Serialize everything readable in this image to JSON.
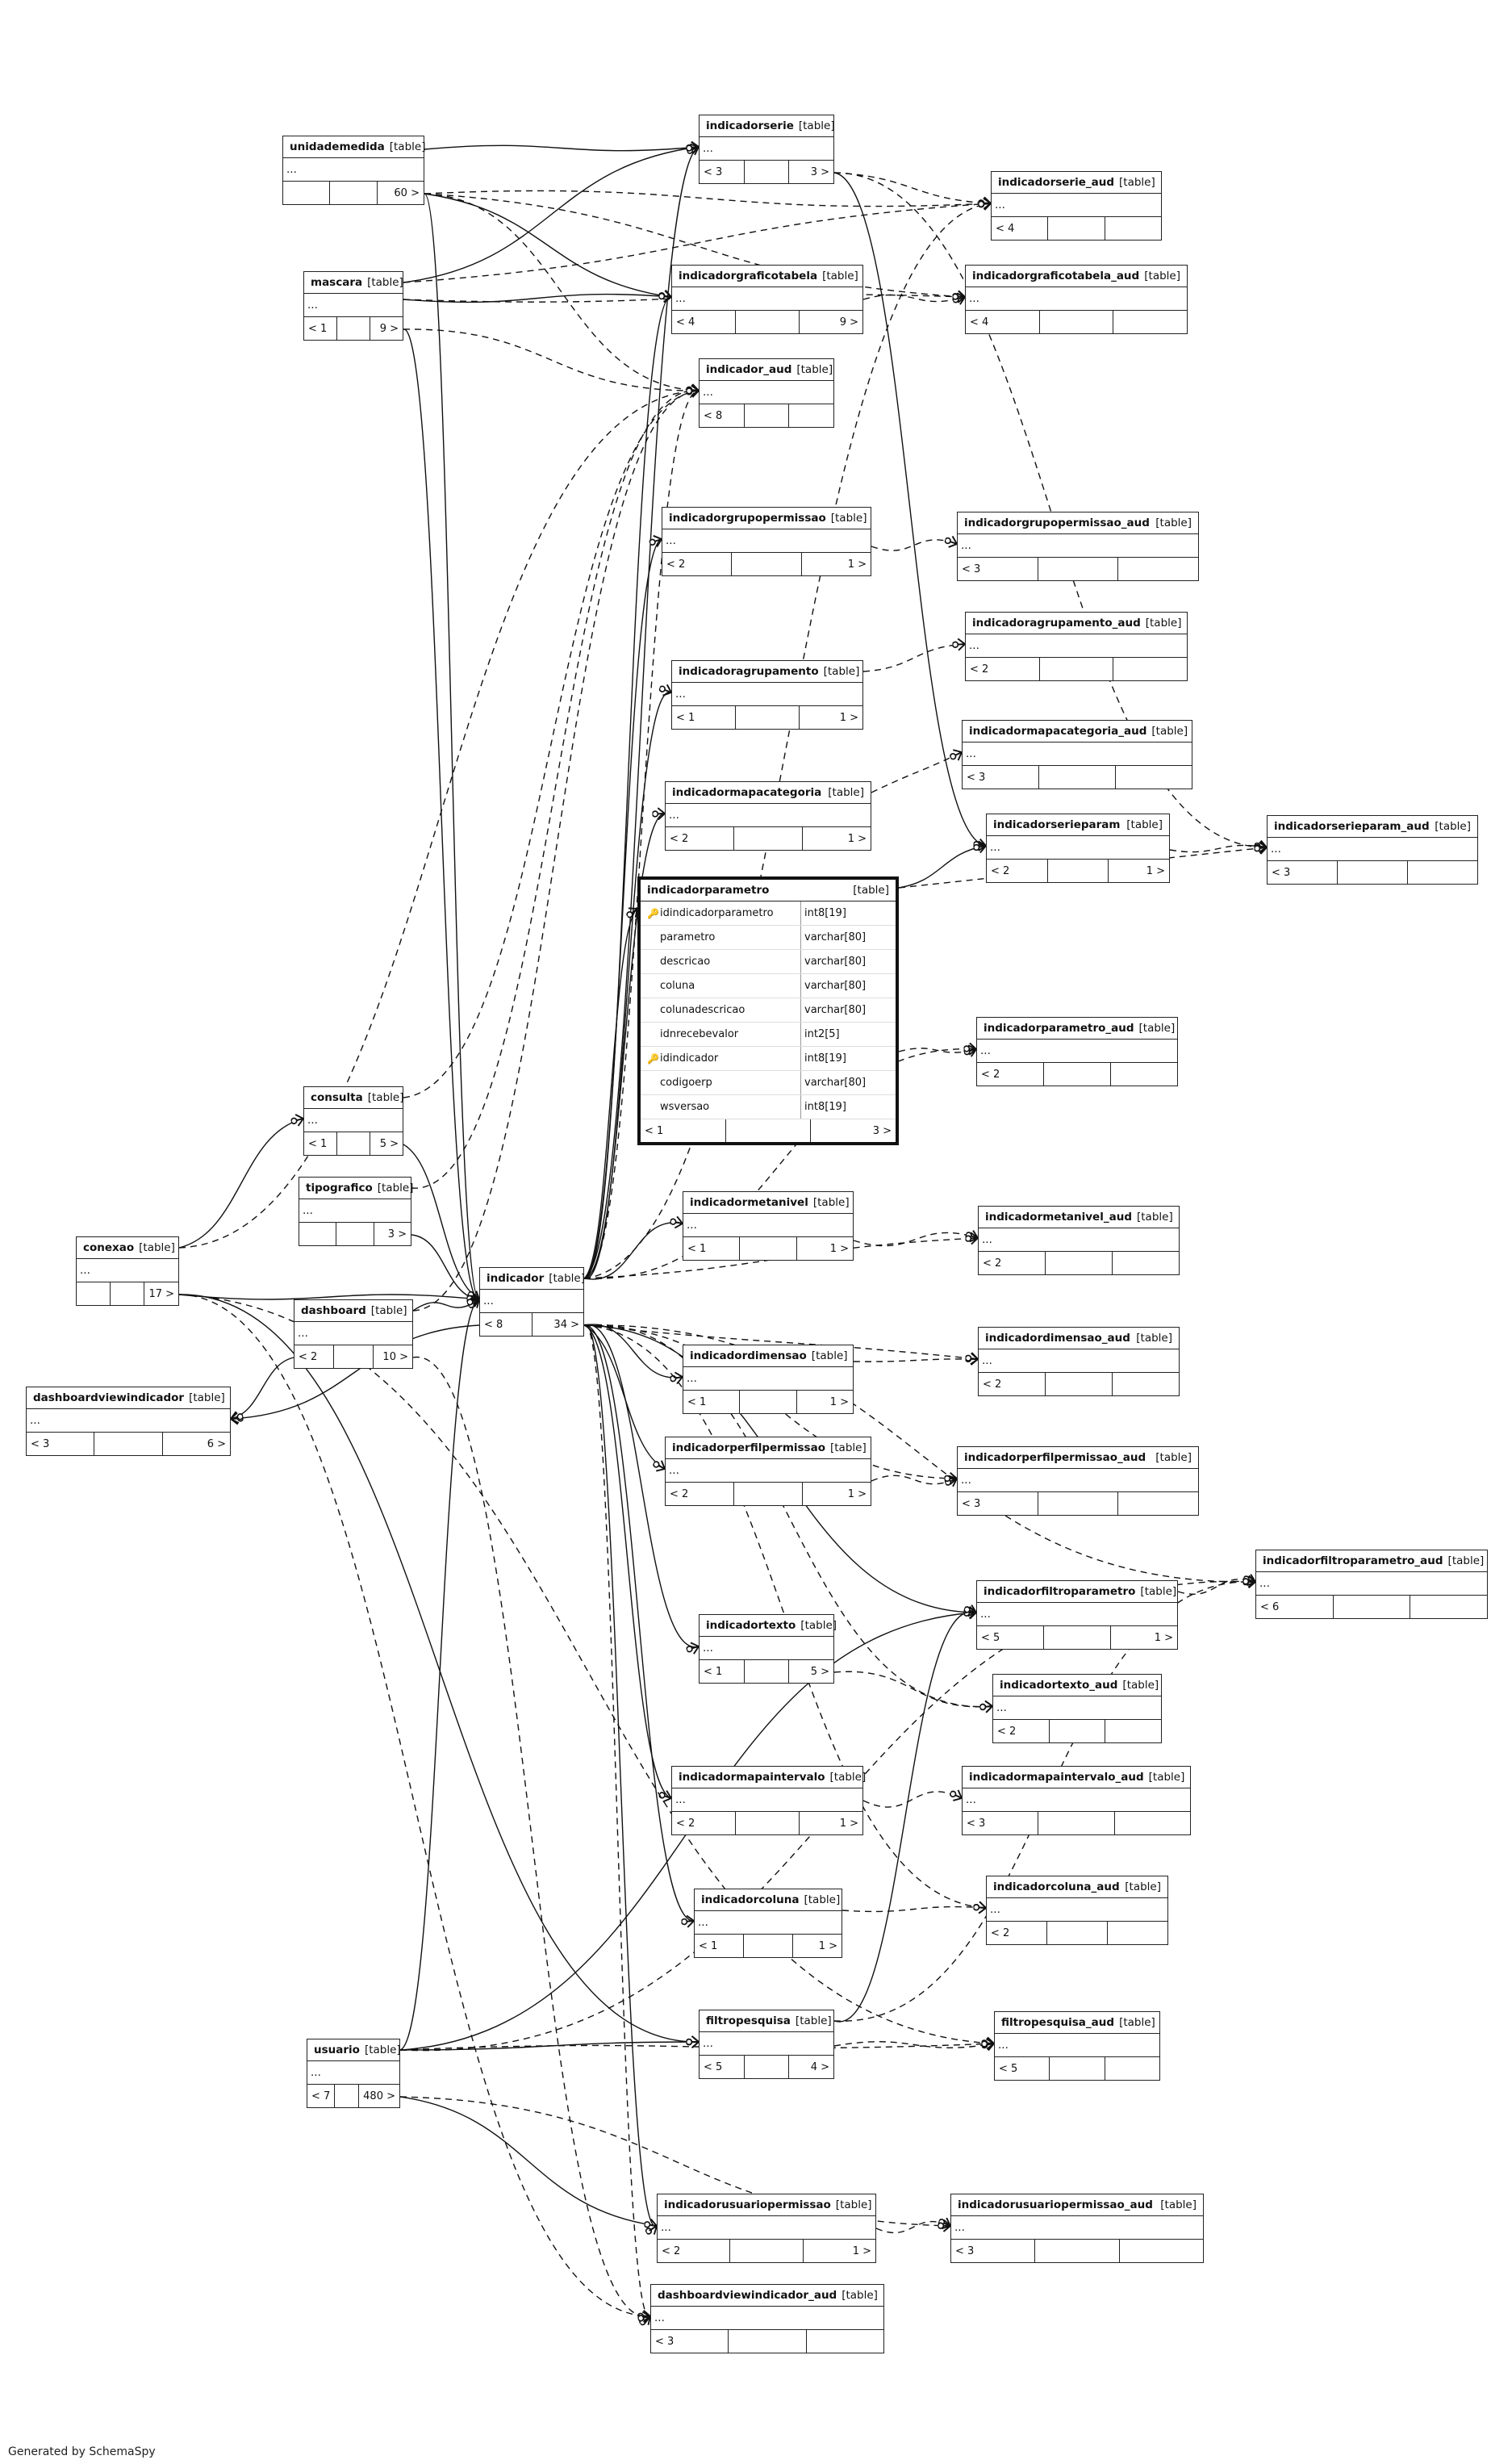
{
  "footer": "Generated by SchemaSpy",
  "tag": "[table]",
  "tables": [
    {
      "id": "unidademedida",
      "name": "unidademedida",
      "row": "...",
      "foot": [
        "",
        "",
        "60 >"
      ]
    },
    {
      "id": "mascara",
      "name": "mascara",
      "row": "...",
      "foot": [
        "< 1",
        "",
        "9 >"
      ]
    },
    {
      "id": "indicadorserie",
      "name": "indicadorserie",
      "row": "...",
      "foot": [
        "< 3",
        "",
        "3 >"
      ]
    },
    {
      "id": "indicadorserie_aud",
      "name": "indicadorserie_aud",
      "row": "...",
      "foot": [
        "< 4",
        "",
        ""
      ]
    },
    {
      "id": "indicadorgraficotabela",
      "name": "indicadorgraficotabela",
      "row": "...",
      "foot": [
        "< 4",
        "",
        "9 >"
      ]
    },
    {
      "id": "indicadorgraficotabela_aud",
      "name": "indicadorgraficotabela_aud",
      "row": "...",
      "foot": [
        "< 4",
        "",
        ""
      ]
    },
    {
      "id": "indicador_aud",
      "name": "indicador_aud",
      "row": "...",
      "foot": [
        "< 8",
        "",
        ""
      ]
    },
    {
      "id": "indicadorgrupopermissao",
      "name": "indicadorgrupopermissao",
      "row": "...",
      "foot": [
        "< 2",
        "",
        "1 >"
      ]
    },
    {
      "id": "indicadorgrupopermissao_aud",
      "name": "indicadorgrupopermissao_aud",
      "row": "...",
      "foot": [
        "< 3",
        "",
        ""
      ]
    },
    {
      "id": "indicadoragrupamento_aud",
      "name": "indicadoragrupamento_aud",
      "row": "...",
      "foot": [
        "< 2",
        "",
        ""
      ]
    },
    {
      "id": "indicadoragrupamento",
      "name": "indicadoragrupamento",
      "row": "...",
      "foot": [
        "< 1",
        "",
        "1 >"
      ]
    },
    {
      "id": "indicadormapacategoria_aud",
      "name": "indicadormapacategoria_aud",
      "row": "...",
      "foot": [
        "< 3",
        "",
        ""
      ]
    },
    {
      "id": "indicadormapacategoria",
      "name": "indicadormapacategoria",
      "row": "...",
      "foot": [
        "< 2",
        "",
        "1 >"
      ]
    },
    {
      "id": "indicadorserieparam",
      "name": "indicadorserieparam",
      "row": "...",
      "foot": [
        "< 2",
        "",
        "1 >"
      ]
    },
    {
      "id": "indicadorserieparam_aud",
      "name": "indicadorserieparam_aud",
      "row": "...",
      "foot": [
        "< 3",
        "",
        ""
      ]
    },
    {
      "id": "indicadorparametro_aud",
      "name": "indicadorparametro_aud",
      "row": "...",
      "foot": [
        "< 2",
        "",
        ""
      ]
    },
    {
      "id": "consulta",
      "name": "consulta",
      "row": "...",
      "foot": [
        "< 1",
        "",
        "5 >"
      ]
    },
    {
      "id": "tipografico",
      "name": "tipografico",
      "row": "...",
      "foot": [
        "",
        "",
        "3 >"
      ]
    },
    {
      "id": "conexao",
      "name": "conexao",
      "row": "...",
      "foot": [
        "",
        "",
        "17 >"
      ]
    },
    {
      "id": "dashboard",
      "name": "dashboard",
      "row": "...",
      "foot": [
        "< 2",
        "",
        "10 >"
      ]
    },
    {
      "id": "indicador",
      "name": "indicador",
      "row": "...",
      "foot": [
        "< 8",
        "34 >"
      ]
    },
    {
      "id": "indicadormetanivel",
      "name": "indicadormetanivel",
      "row": "...",
      "foot": [
        "< 1",
        "",
        "1 >"
      ]
    },
    {
      "id": "indicadormetanivel_aud",
      "name": "indicadormetanivel_aud",
      "row": "...",
      "foot": [
        "< 2",
        "",
        ""
      ]
    },
    {
      "id": "dashboardviewindicador",
      "name": "dashboardviewindicador",
      "row": "...",
      "foot": [
        "< 3",
        "",
        "6 >"
      ]
    },
    {
      "id": "indicadordimensao",
      "name": "indicadordimensao",
      "row": "...",
      "foot": [
        "< 1",
        "",
        "1 >"
      ]
    },
    {
      "id": "indicadordimensao_aud",
      "name": "indicadordimensao_aud",
      "row": "...",
      "foot": [
        "< 2",
        "",
        ""
      ]
    },
    {
      "id": "indicadorperfilpermissao",
      "name": "indicadorperfilpermissao",
      "row": "...",
      "foot": [
        "< 2",
        "",
        "1 >"
      ]
    },
    {
      "id": "indicadorperfilpermissao_aud",
      "name": "indicadorperfilpermissao_aud",
      "row": "...",
      "foot": [
        "< 3",
        "",
        ""
      ]
    },
    {
      "id": "indicadorfiltroparametro_aud",
      "name": "indicadorfiltroparametro_aud",
      "row": "...",
      "foot": [
        "< 6",
        "",
        ""
      ]
    },
    {
      "id": "indicadorfiltroparametro",
      "name": "indicadorfiltroparametro",
      "row": "...",
      "foot": [
        "< 5",
        "",
        "1 >"
      ]
    },
    {
      "id": "indicadortexto",
      "name": "indicadortexto",
      "row": "...",
      "foot": [
        "< 1",
        "",
        "5 >"
      ]
    },
    {
      "id": "indicadortexto_aud",
      "name": "indicadortexto_aud",
      "row": "...",
      "foot": [
        "< 2",
        "",
        ""
      ]
    },
    {
      "id": "indicadormapaintervalo",
      "name": "indicadormapaintervalo",
      "row": "...",
      "foot": [
        "< 2",
        "",
        "1 >"
      ]
    },
    {
      "id": "indicadormapaintervalo_aud",
      "name": "indicadormapaintervalo_aud",
      "row": "...",
      "foot": [
        "< 3",
        "",
        ""
      ]
    },
    {
      "id": "indicadorcoluna_aud",
      "name": "indicadorcoluna_aud",
      "row": "...",
      "foot": [
        "< 2",
        "",
        ""
      ]
    },
    {
      "id": "indicadorcoluna",
      "name": "indicadorcoluna",
      "row": "...",
      "foot": [
        "< 1",
        "",
        "1 >"
      ]
    },
    {
      "id": "usuario",
      "name": "usuario",
      "row": "...",
      "foot": [
        "< 7",
        "",
        "480 >"
      ]
    },
    {
      "id": "filtropesquisa",
      "name": "filtropesquisa",
      "row": "...",
      "foot": [
        "< 5",
        "",
        "4 >"
      ]
    },
    {
      "id": "filtropesquisa_aud",
      "name": "filtropesquisa_aud",
      "row": "...",
      "foot": [
        "< 5",
        "",
        ""
      ]
    },
    {
      "id": "indicadorusuariopermissao",
      "name": "indicadorusuariopermissao",
      "row": "...",
      "foot": [
        "< 2",
        "",
        "1 >"
      ]
    },
    {
      "id": "indicadorusuariopermissao_aud",
      "name": "indicadorusuariopermissao_aud",
      "row": "...",
      "foot": [
        "< 3",
        "",
        ""
      ]
    },
    {
      "id": "dashboardviewindicador_aud",
      "name": "dashboardviewindicador_aud",
      "row": "...",
      "foot": [
        "< 3",
        "",
        ""
      ]
    }
  ],
  "focus": {
    "name": "indicadorparametro",
    "columns": [
      {
        "name": "idindicadorparametro",
        "type": "int8[19]",
        "key": "pk"
      },
      {
        "name": "parametro",
        "type": "varchar[80]",
        "key": ""
      },
      {
        "name": "descricao",
        "type": "varchar[80]",
        "key": ""
      },
      {
        "name": "coluna",
        "type": "varchar[80]",
        "key": ""
      },
      {
        "name": "colunadescricao",
        "type": "varchar[80]",
        "key": ""
      },
      {
        "name": "idnrecebevalor",
        "type": "int2[5]",
        "key": ""
      },
      {
        "name": "idindicador",
        "type": "int8[19]",
        "key": "fk"
      },
      {
        "name": "codigoerp",
        "type": "varchar[80]",
        "key": ""
      },
      {
        "name": "wsversao",
        "type": "int8[19]",
        "key": ""
      }
    ],
    "foot": [
      "< 1",
      "",
      "3 >"
    ]
  },
  "relationships": [
    {
      "from": "indicador",
      "to": "indicadorserie",
      "style": "solid"
    },
    {
      "from": "indicador",
      "to": "indicadorgraficotabela",
      "style": "solid"
    },
    {
      "from": "indicador",
      "to": "indicadorgrupopermissao",
      "style": "solid"
    },
    {
      "from": "indicador",
      "to": "indicadoragrupamento",
      "style": "solid"
    },
    {
      "from": "indicador",
      "to": "indicadormapacategoria",
      "style": "solid"
    },
    {
      "from": "indicador",
      "to": "indicadorparametro",
      "style": "solid"
    },
    {
      "from": "indicador",
      "to": "indicadormetanivel",
      "style": "solid"
    },
    {
      "from": "indicador",
      "to": "indicadordimensao",
      "style": "solid"
    },
    {
      "from": "indicador",
      "to": "indicadorperfilpermissao",
      "style": "solid"
    },
    {
      "from": "indicador",
      "to": "indicadorfiltroparametro",
      "style": "solid"
    },
    {
      "from": "indicador",
      "to": "indicadortexto",
      "style": "solid"
    },
    {
      "from": "indicador",
      "to": "indicadormapaintervalo",
      "style": "solid"
    },
    {
      "from": "indicador",
      "to": "indicadorcoluna",
      "style": "solid"
    },
    {
      "from": "indicador",
      "to": "indicadorusuariopermissao",
      "style": "solid"
    },
    {
      "from": "indicador",
      "to": "dashboardviewindicador",
      "style": "solid"
    },
    {
      "from": "unidademedida",
      "to": "indicadorserie",
      "style": "solid"
    },
    {
      "from": "unidademedida",
      "to": "indicadorgraficotabela",
      "style": "solid"
    },
    {
      "from": "unidademedida",
      "to": "indicador",
      "style": "solid"
    },
    {
      "from": "mascara",
      "to": "indicadorserie",
      "style": "solid"
    },
    {
      "from": "mascara",
      "to": "indicadorgraficotabela",
      "style": "solid"
    },
    {
      "from": "mascara",
      "to": "indicador",
      "style": "solid"
    },
    {
      "from": "consulta",
      "to": "indicador",
      "style": "solid"
    },
    {
      "from": "tipografico",
      "to": "indicador",
      "style": "solid"
    },
    {
      "from": "conexao",
      "to": "consulta",
      "style": "solid"
    },
    {
      "from": "conexao",
      "to": "indicador",
      "style": "solid"
    },
    {
      "from": "conexao",
      "to": "filtropesquisa",
      "style": "solid"
    },
    {
      "from": "dashboard",
      "to": "indicador",
      "style": "solid"
    },
    {
      "from": "dashboard",
      "to": "dashboardviewindicador",
      "style": "solid"
    },
    {
      "from": "usuario",
      "to": "indicador",
      "style": "solid"
    },
    {
      "from": "usuario",
      "to": "indicadorusuariopermissao",
      "style": "solid"
    },
    {
      "from": "usuario",
      "to": "filtropesquisa",
      "style": "solid"
    },
    {
      "from": "usuario",
      "to": "indicadorfiltroparametro",
      "style": "solid"
    },
    {
      "from": "indicadorserie",
      "to": "indicadorserieparam",
      "style": "solid"
    },
    {
      "from": "indicadorparametro",
      "to": "indicadorserieparam",
      "style": "solid"
    },
    {
      "from": "filtropesquisa",
      "to": "indicadorfiltroparametro",
      "style": "solid"
    },
    {
      "from": "indicadorserie",
      "to": "indicadorserie_aud",
      "style": "dashed"
    },
    {
      "from": "indicadorgraficotabela",
      "to": "indicadorgraficotabela_aud",
      "style": "dashed"
    },
    {
      "from": "indicadorgrupopermissao",
      "to": "indicadorgrupopermissao_aud",
      "style": "dashed"
    },
    {
      "from": "indicadoragrupamento",
      "to": "indicadoragrupamento_aud",
      "style": "dashed"
    },
    {
      "from": "indicadormapacategoria",
      "to": "indicadormapacategoria_aud",
      "style": "dashed"
    },
    {
      "from": "indicadorserieparam",
      "to": "indicadorserieparam_aud",
      "style": "dashed"
    },
    {
      "from": "indicadorparametro",
      "to": "indicadorparametro_aud",
      "style": "dashed"
    },
    {
      "from": "indicadormetanivel",
      "to": "indicadormetanivel_aud",
      "style": "dashed"
    },
    {
      "from": "indicadordimensao",
      "to": "indicadordimensao_aud",
      "style": "dashed"
    },
    {
      "from": "indicadorperfilpermissao",
      "to": "indicadorperfilpermissao_aud",
      "style": "dashed"
    },
    {
      "from": "indicadorfiltroparametro",
      "to": "indicadorfiltroparametro_aud",
      "style": "dashed"
    },
    {
      "from": "indicadortexto",
      "to": "indicadortexto_aud",
      "style": "dashed"
    },
    {
      "from": "indicadormapaintervalo",
      "to": "indicadormapaintervalo_aud",
      "style": "dashed"
    },
    {
      "from": "indicadorcoluna",
      "to": "indicadorcoluna_aud",
      "style": "dashed"
    },
    {
      "from": "filtropesquisa",
      "to": "filtropesquisa_aud",
      "style": "dashed"
    },
    {
      "from": "indicadorusuariopermissao",
      "to": "indicadorusuariopermissao_aud",
      "style": "dashed"
    },
    {
      "from": "indicador",
      "to": "indicador_aud",
      "style": "dashed"
    },
    {
      "from": "indicador",
      "to": "indicadorserie_aud",
      "style": "dashed"
    },
    {
      "from": "indicador",
      "to": "indicadorparametro_aud",
      "style": "dashed"
    },
    {
      "from": "indicador",
      "to": "indicadormetanivel_aud",
      "style": "dashed"
    },
    {
      "from": "indicador",
      "to": "indicadordimensao_aud",
      "style": "dashed"
    },
    {
      "from": "indicador",
      "to": "indicadorperfilpermissao_aud",
      "style": "dashed"
    },
    {
      "from": "indicador",
      "to": "indicadortexto_aud",
      "style": "dashed"
    },
    {
      "from": "indicador",
      "to": "indicadorcoluna_aud",
      "style": "dashed"
    },
    {
      "from": "indicador",
      "to": "indicadorfiltroparametro_aud",
      "style": "dashed"
    },
    {
      "from": "indicador",
      "to": "dashboardviewindicador_aud",
      "style": "dashed"
    },
    {
      "from": "unidademedida",
      "to": "indicador_aud",
      "style": "dashed"
    },
    {
      "from": "unidademedida",
      "to": "indicadorserie_aud",
      "style": "dashed"
    },
    {
      "from": "unidademedida",
      "to": "indicadorgraficotabela_aud",
      "style": "dashed"
    },
    {
      "from": "mascara",
      "to": "indicador_aud",
      "style": "dashed"
    },
    {
      "from": "mascara",
      "to": "indicadorserie_aud",
      "style": "dashed"
    },
    {
      "from": "mascara",
      "to": "indicadorgraficotabela_aud",
      "style": "dashed"
    },
    {
      "from": "conexao",
      "to": "indicador_aud",
      "style": "dashed"
    },
    {
      "from": "conexao",
      "to": "filtropesquisa_aud",
      "style": "dashed"
    },
    {
      "from": "conexao",
      "to": "dashboardviewindicador_aud",
      "style": "dashed"
    },
    {
      "from": "consulta",
      "to": "indicador_aud",
      "style": "dashed"
    },
    {
      "from": "tipografico",
      "to": "indicador_aud",
      "style": "dashed"
    },
    {
      "from": "dashboard",
      "to": "indicador_aud",
      "style": "dashed"
    },
    {
      "from": "dashboard",
      "to": "dashboardviewindicador_aud",
      "style": "dashed"
    },
    {
      "from": "usuario",
      "to": "indicadorusuariopermissao_aud",
      "style": "dashed"
    },
    {
      "from": "usuario",
      "to": "filtropesquisa_aud",
      "style": "dashed"
    },
    {
      "from": "usuario",
      "to": "indicadorfiltroparametro_aud",
      "style": "dashed"
    },
    {
      "from": "indicadorserie",
      "to": "indicadorserieparam_aud",
      "style": "dashed"
    },
    {
      "from": "indicadorparametro",
      "to": "indicadorserieparam_aud",
      "style": "dashed"
    },
    {
      "from": "filtropesquisa",
      "to": "indicadorfiltroparametro_aud",
      "style": "dashed"
    }
  ]
}
